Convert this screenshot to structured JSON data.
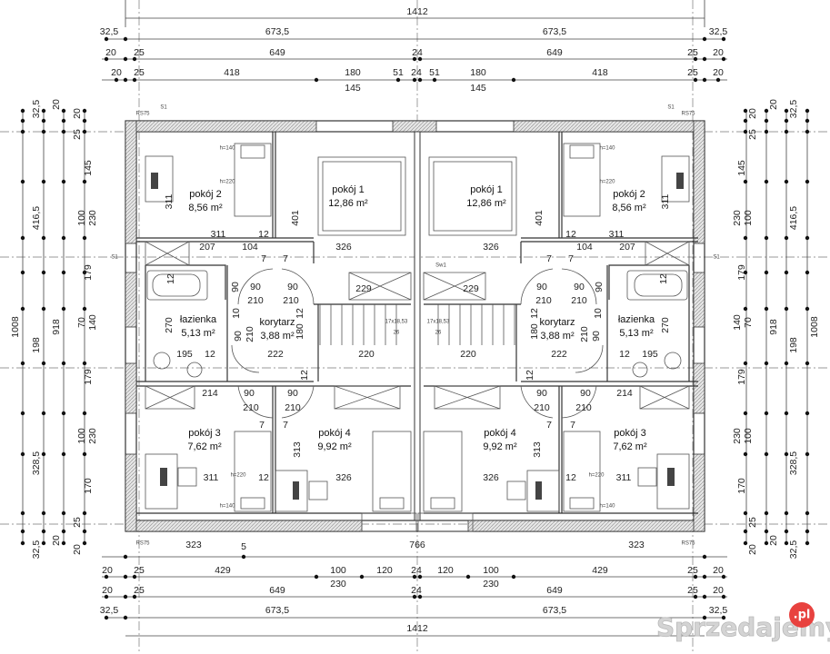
{
  "dims": {
    "top": [
      "1412",
      "32,5",
      "673,5",
      "673,5",
      "32,5",
      "20",
      "25",
      "649",
      "24",
      "649",
      "25",
      "20",
      "20",
      "25",
      "418",
      "180",
      "51",
      "24",
      "51",
      "180",
      "418",
      "25",
      "20",
      "145",
      "145"
    ],
    "bottom": [
      "323",
      "5",
      "766",
      "323",
      "20",
      "25",
      "429",
      "100",
      "120",
      "24",
      "120",
      "100",
      "429",
      "25",
      "20",
      "230",
      "230",
      "20",
      "25",
      "649",
      "24",
      "649",
      "25",
      "20",
      "32,5",
      "673,5",
      "673,5",
      "32,5",
      "1412"
    ],
    "left": [
      "1008",
      "32,5",
      "416,5",
      "198",
      "328,5",
      "32,5",
      "20",
      "918",
      "20",
      "20",
      "25",
      "145",
      "100",
      "230",
      "179",
      "70",
      "140",
      "179",
      "100",
      "230",
      "170",
      "25",
      "20"
    ],
    "right": [
      "1008",
      "32,5",
      "416,5",
      "198",
      "328,5",
      "32,5",
      "20",
      "918",
      "20",
      "20",
      "25",
      "145",
      "100",
      "230",
      "179",
      "70",
      "140",
      "179",
      "100",
      "230",
      "170",
      "25",
      "20"
    ],
    "interior_left": [
      "311",
      "207",
      "104",
      "12",
      "326",
      "401",
      "311",
      "12",
      "7",
      "7",
      "90",
      "90",
      "210",
      "210",
      "90",
      "229",
      "270",
      "180",
      "12",
      "10",
      "90",
      "210",
      "195",
      "12",
      "222",
      "220",
      "214",
      "90",
      "210",
      "90",
      "210",
      "7",
      "7",
      "12",
      "313",
      "311",
      "12",
      "326"
    ],
    "interior_right": [
      "311",
      "207",
      "104",
      "12",
      "326",
      "401",
      "311",
      "12",
      "7",
      "7",
      "90",
      "90",
      "210",
      "210",
      "90",
      "229",
      "270",
      "180",
      "12",
      "10",
      "90",
      "210",
      "195",
      "12",
      "222",
      "220",
      "214",
      "90",
      "210",
      "90",
      "210",
      "7",
      "7",
      "12",
      "313",
      "311",
      "12",
      "326"
    ]
  },
  "rooms_left": [
    {
      "name": "pokój 2",
      "area": "8,56 m²"
    },
    {
      "name": "pokój 1",
      "area": "12,86 m²"
    },
    {
      "name": "łazienka",
      "area": "5,13 m²"
    },
    {
      "name": "korytarz",
      "area": "3,88 m²"
    },
    {
      "name": "pokój 3",
      "area": "7,62 m²"
    },
    {
      "name": "pokój 4",
      "area": "9,92 m²"
    }
  ],
  "rooms_right": [
    {
      "name": "pokój 2",
      "area": "8,56 m²"
    },
    {
      "name": "pokój 1",
      "area": "12,86 m²"
    },
    {
      "name": "łazienka",
      "area": "5,13 m²"
    },
    {
      "name": "korytarz",
      "area": "3,88 m²"
    },
    {
      "name": "pokój 3",
      "area": "7,62 m²"
    },
    {
      "name": "pokój 4",
      "area": "9,92 m²"
    }
  ],
  "labels": {
    "rs75": "RS75",
    "s1": "S1",
    "sw1": "Sw1",
    "h140": "h=140",
    "h220": "h=220",
    "stairs": "17x18,53",
    "steps": "26"
  },
  "watermark": {
    "text": "Sprzedajemy",
    "badge": ".pl",
    "badge_color": "#e8423f"
  }
}
